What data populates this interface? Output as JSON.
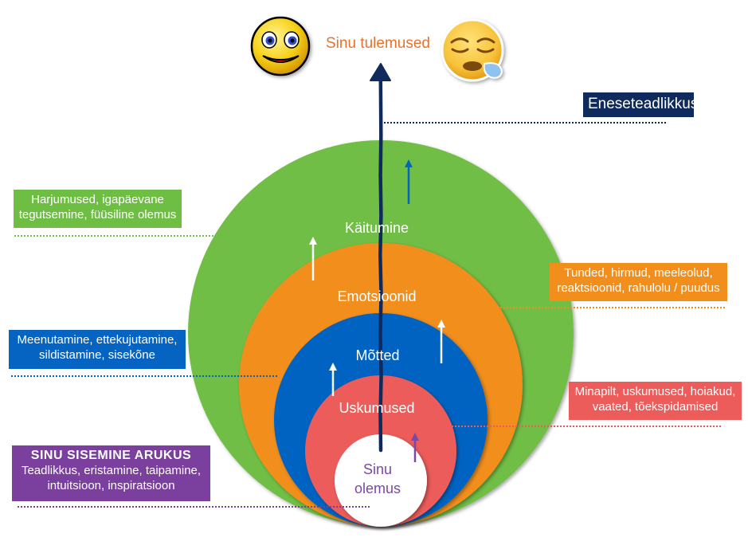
{
  "title": "Sinu tulemused",
  "icons": {
    "happy": "happy-smiley-face",
    "sleepy": "sleepy-sad-face"
  },
  "rings": [
    {
      "id": "kaitumine",
      "label": "Käitumine",
      "color": "#6fbe44"
    },
    {
      "id": "emotsioonid",
      "label": "Emotsioonid",
      "color": "#f18e1c"
    },
    {
      "id": "motted",
      "label": "Mõtted",
      "color": "#0563c1"
    },
    {
      "id": "uskumused",
      "label": "Uskumused",
      "color": "#eb5c5a"
    },
    {
      "id": "olemus",
      "label_lines": [
        "Sinu",
        "olemus"
      ],
      "color": "#ffffff",
      "text_color": "#7b48a5"
    }
  ],
  "callouts": {
    "eneseteadlikkus": {
      "lines": [
        "Eneseteadlikkus"
      ],
      "color": "#0f2a5c"
    },
    "harjumused": {
      "lines": [
        "Harjumused, igapäevane",
        "tegutsemine, füüsiline olemus"
      ],
      "color": "#6fbe44"
    },
    "tunded": {
      "lines": [
        "Tunded, hirmud, meeleolud,",
        "reaktsioonid, rahulolu / puudus"
      ],
      "color": "#f18e1c"
    },
    "meenutamine": {
      "lines": [
        "Meenutamine, ettekujutamine,",
        "sildistamine, sisekõne"
      ],
      "color": "#0563c1"
    },
    "minapilt": {
      "lines": [
        "Minapilt, uskumused, hoiakud,",
        "vaated, tõekspidamised"
      ],
      "color": "#eb5c5a"
    },
    "arukus": {
      "heading": "SINU SISEMINE ARUKUS",
      "lines": [
        "Teadlikkus, eristamine, taipamine,",
        "intuitsioon, inspiratsioon"
      ],
      "color": "#7b3f9d"
    }
  },
  "colors": {
    "main_arrow": "#0f2a5c",
    "title": "#e8722c"
  }
}
